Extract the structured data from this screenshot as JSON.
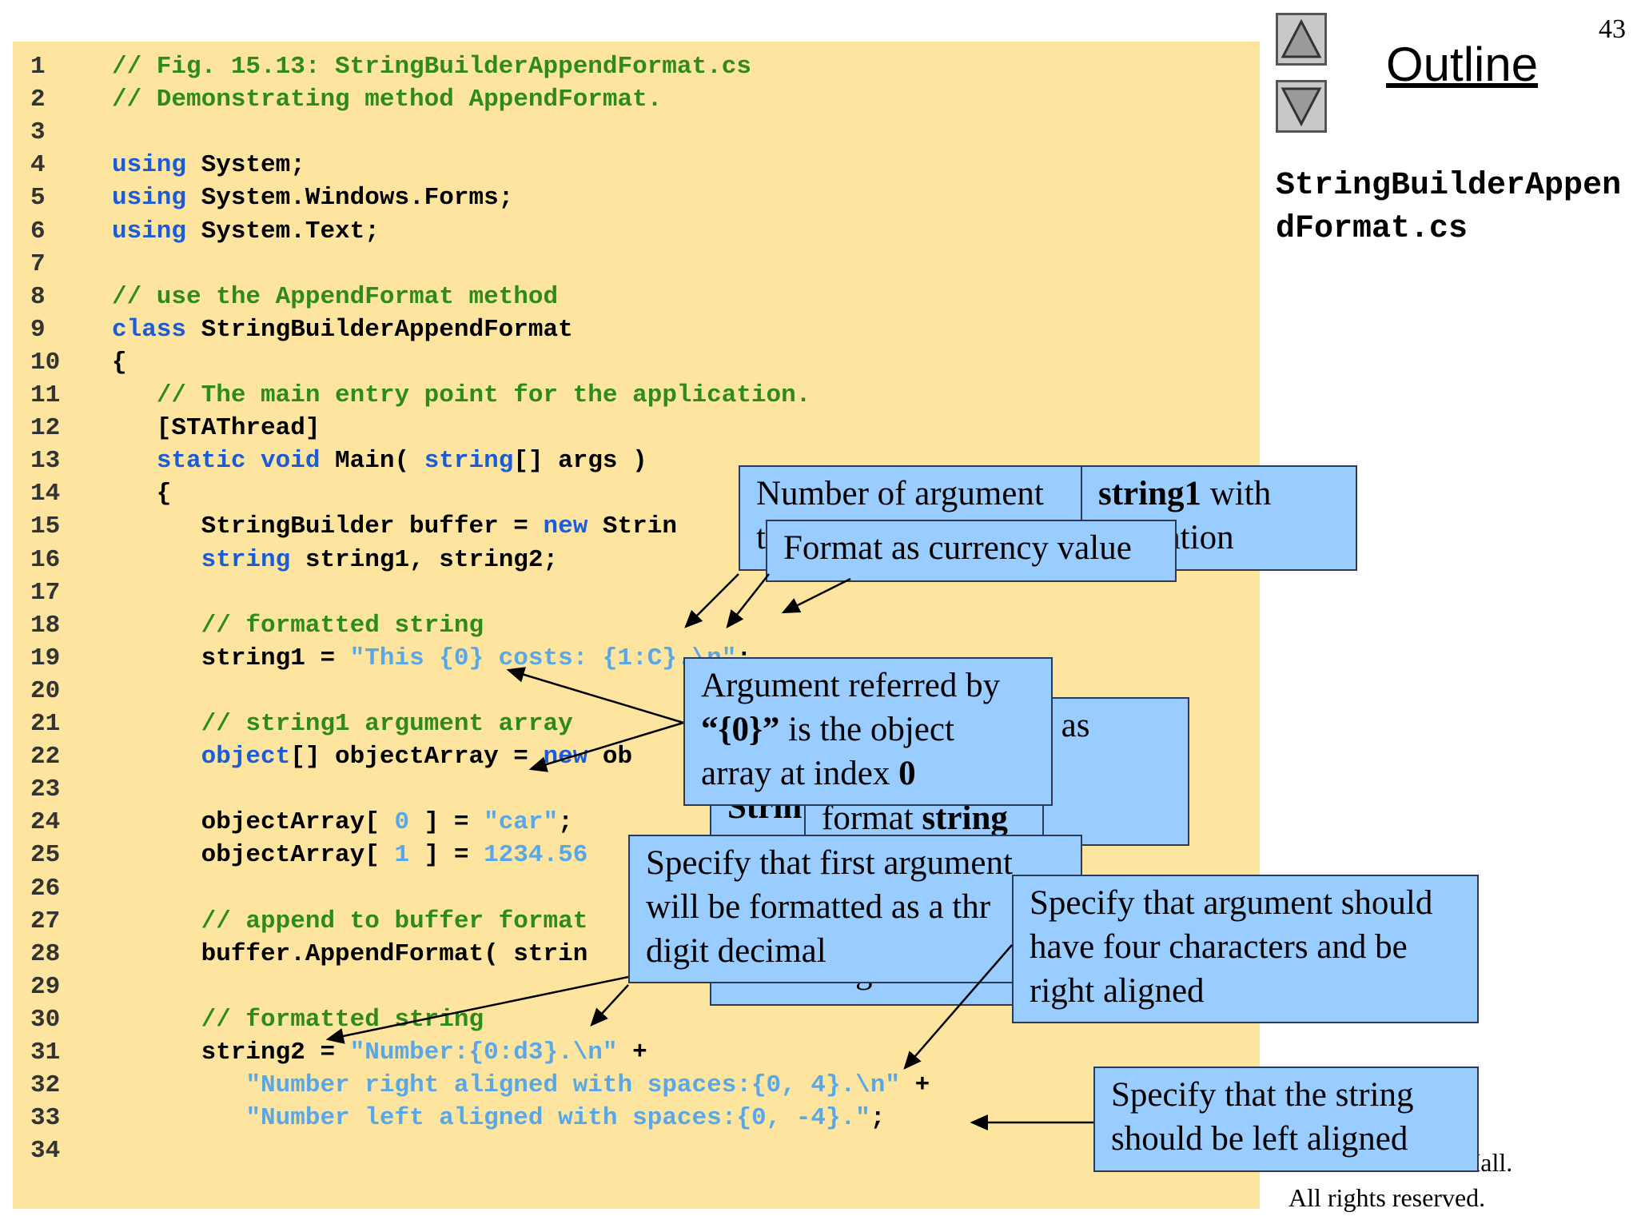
{
  "page_number": "43",
  "outline": {
    "title": "Outline",
    "file_name": "StringBuilderAppendFormat.cs"
  },
  "nav": {
    "up_icon": "triangle-up-icon",
    "down_icon": "triangle-down-icon"
  },
  "copyright": {
    "line1": "© 2002 Prentice Hall.",
    "line2": "All rights reserved."
  },
  "code": [
    {
      "n": "1",
      "parts": [
        [
          "cm",
          "// Fig. 15.13: StringBuilderAppendFormat.cs"
        ]
      ]
    },
    {
      "n": "2",
      "parts": [
        [
          "cm",
          "// Demonstrating method AppendFormat."
        ]
      ]
    },
    {
      "n": "3",
      "parts": []
    },
    {
      "n": "4",
      "parts": [
        [
          "kw",
          "using"
        ],
        [
          "tok",
          " System;"
        ]
      ]
    },
    {
      "n": "5",
      "parts": [
        [
          "kw",
          "using"
        ],
        [
          "tok",
          " System.Windows.Forms;"
        ]
      ]
    },
    {
      "n": "6",
      "parts": [
        [
          "kw",
          "using"
        ],
        [
          "tok",
          " System.Text;"
        ]
      ]
    },
    {
      "n": "7",
      "parts": []
    },
    {
      "n": "8",
      "parts": [
        [
          "cm",
          "// use the AppendFormat method"
        ]
      ]
    },
    {
      "n": "9",
      "parts": [
        [
          "kw",
          "class"
        ],
        [
          "tok",
          " StringBuilderAppendFormat"
        ]
      ]
    },
    {
      "n": "10",
      "parts": [
        [
          "tok",
          "{"
        ]
      ]
    },
    {
      "n": "11",
      "parts": [
        [
          "tok",
          "   "
        ],
        [
          "cm",
          "// The main entry point for the application."
        ]
      ]
    },
    {
      "n": "12",
      "parts": [
        [
          "tok",
          "   [STAThread]"
        ]
      ]
    },
    {
      "n": "13",
      "parts": [
        [
          "tok",
          "   "
        ],
        [
          "kw",
          "static void"
        ],
        [
          "tok",
          " Main( "
        ],
        [
          "kw",
          "string"
        ],
        [
          "tok",
          "[] args )"
        ]
      ]
    },
    {
      "n": "14",
      "parts": [
        [
          "tok",
          "   {"
        ]
      ]
    },
    {
      "n": "15",
      "parts": [
        [
          "tok",
          "      StringBuilder buffer = "
        ],
        [
          "kw",
          "new"
        ],
        [
          "tok",
          " Strin"
        ]
      ]
    },
    {
      "n": "16",
      "parts": [
        [
          "tok",
          "      "
        ],
        [
          "kw",
          "string"
        ],
        [
          "tok",
          " string1, string2;"
        ]
      ]
    },
    {
      "n": "17",
      "parts": []
    },
    {
      "n": "18",
      "parts": [
        [
          "tok",
          "      "
        ],
        [
          "cm",
          "// formatted string"
        ]
      ]
    },
    {
      "n": "19",
      "parts": [
        [
          "tok",
          "      string1 = "
        ],
        [
          "st",
          "\"This {0} costs: {1:C}.\\n\""
        ],
        [
          "tok",
          ";"
        ]
      ]
    },
    {
      "n": "20",
      "parts": []
    },
    {
      "n": "21",
      "parts": [
        [
          "tok",
          "      "
        ],
        [
          "cm",
          "// string1 argument array"
        ]
      ]
    },
    {
      "n": "22",
      "parts": [
        [
          "tok",
          "      "
        ],
        [
          "kw",
          "object"
        ],
        [
          "tok",
          "[] objectArray = "
        ],
        [
          "kw",
          "new"
        ],
        [
          "tok",
          " ob"
        ]
      ]
    },
    {
      "n": "23",
      "parts": []
    },
    {
      "n": "24",
      "parts": [
        [
          "tok",
          "      objectArray[ "
        ],
        [
          "st",
          "0"
        ],
        [
          "tok",
          " ] = "
        ],
        [
          "st",
          "\"car\""
        ],
        [
          "tok",
          ";"
        ]
      ]
    },
    {
      "n": "25",
      "parts": [
        [
          "tok",
          "      objectArray[ "
        ],
        [
          "st",
          "1"
        ],
        [
          "tok",
          " ] = "
        ],
        [
          "st",
          "1234.56"
        ]
      ]
    },
    {
      "n": "26",
      "parts": []
    },
    {
      "n": "27",
      "parts": [
        [
          "tok",
          "      "
        ],
        [
          "cm",
          "// append to buffer format"
        ]
      ]
    },
    {
      "n": "28",
      "parts": [
        [
          "tok",
          "      buffer.AppendFormat( strin"
        ]
      ]
    },
    {
      "n": "29",
      "parts": []
    },
    {
      "n": "30",
      "parts": [
        [
          "tok",
          "      "
        ],
        [
          "cm",
          "// formatted string"
        ]
      ]
    },
    {
      "n": "31",
      "parts": [
        [
          "tok",
          "      string2 = "
        ],
        [
          "st",
          "\"Number:{0:d3}.\\n\""
        ],
        [
          "tok",
          " +"
        ]
      ]
    },
    {
      "n": "32",
      "parts": [
        [
          "tok",
          "         "
        ],
        [
          "st",
          "\"Number right aligned with spaces:{0, 4}.\\n\""
        ],
        [
          "tok",
          " +"
        ]
      ]
    },
    {
      "n": "33",
      "parts": [
        [
          "tok",
          "         "
        ],
        [
          "st",
          "\"Number left aligned with spaces:{0, -4}.\""
        ],
        [
          "tok",
          ";"
        ]
      ]
    },
    {
      "n": "34",
      "parts": []
    }
  ],
  "callouts": {
    "number_of_argument": "Number of argument\nt",
    "string1_with": "string1",
    "string1_with_rest": " with\nformation",
    "currency": "Format as currency value",
    "serve_as": "rve as\n the",
    "strin_fragment": "Strin",
    "format_string": "format ",
    "format_string_bold": "string",
    "argument_referred_1": "Argument referred by",
    "argument_referred_2a": "“{0}”",
    "argument_referred_2b": " is the object",
    "argument_referred_3a": "array at index ",
    "argument_referred_3b": "0",
    "formatting_fragment": "formatting",
    "three_digit": "Specify that first argument\nwill be formatted as a thr\ndigit decimal",
    "four_chars": "Specify that argument should\nhave four characters and be\nright aligned",
    "left_aligned": "Specify that the string\nshould be left aligned"
  }
}
